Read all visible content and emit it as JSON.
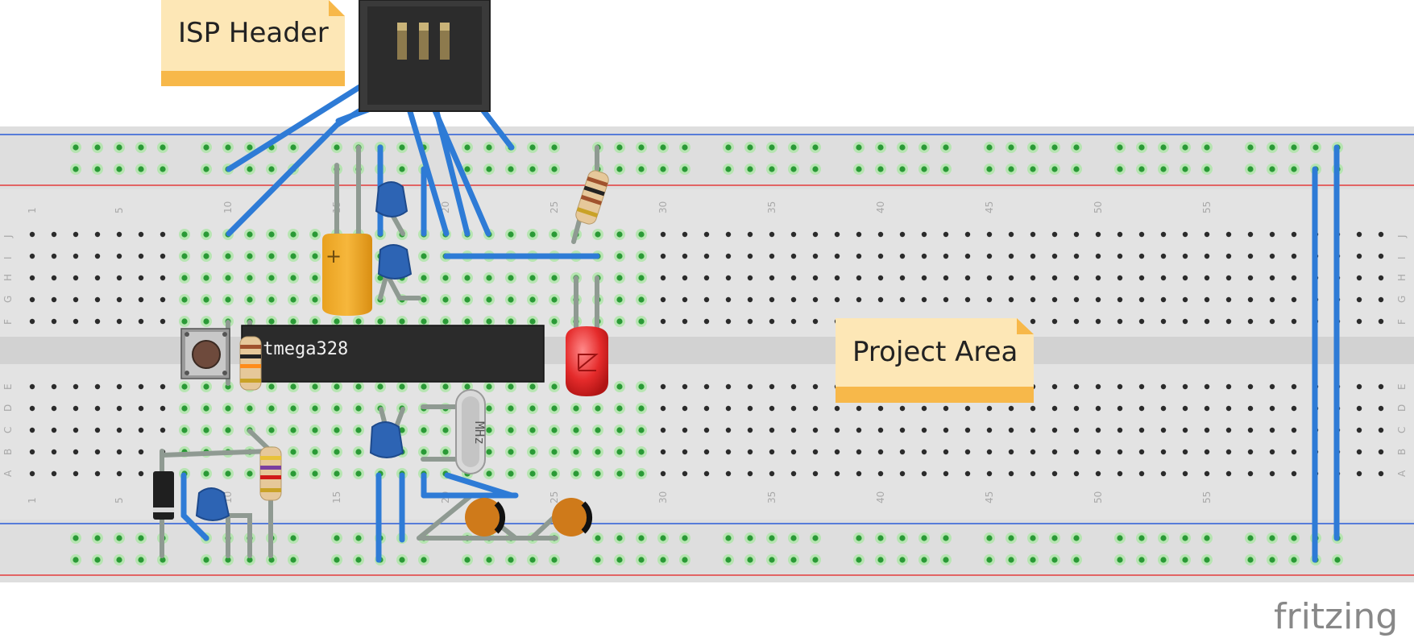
{
  "notes": {
    "isp_header": "ISP Header",
    "project_area": "Project Area"
  },
  "chip": {
    "label": "atmega328"
  },
  "crystal": {
    "label": "MHz"
  },
  "column_numbers": [
    "1",
    "5",
    "10",
    "15",
    "20",
    "25",
    "30",
    "35",
    "40",
    "45",
    "50",
    "55"
  ],
  "row_letters_top": [
    "J",
    "I",
    "H",
    "G",
    "F"
  ],
  "row_letters_bottom": [
    "E",
    "D",
    "C",
    "B",
    "A"
  ],
  "watermark": "fritzing",
  "colors": {
    "wire_blue": "#2e7bd6",
    "leg_gray": "#8f9a92",
    "board": "#e3e3e3",
    "board_light": "#f1f1f1",
    "rail_blue": "#2a5bd7",
    "rail_red": "#e43c3c",
    "note_bg": "#fde7b6",
    "note_bar": "#f7b84a",
    "hole_active": "#2a9a36",
    "hole": "#2b2b2b"
  }
}
